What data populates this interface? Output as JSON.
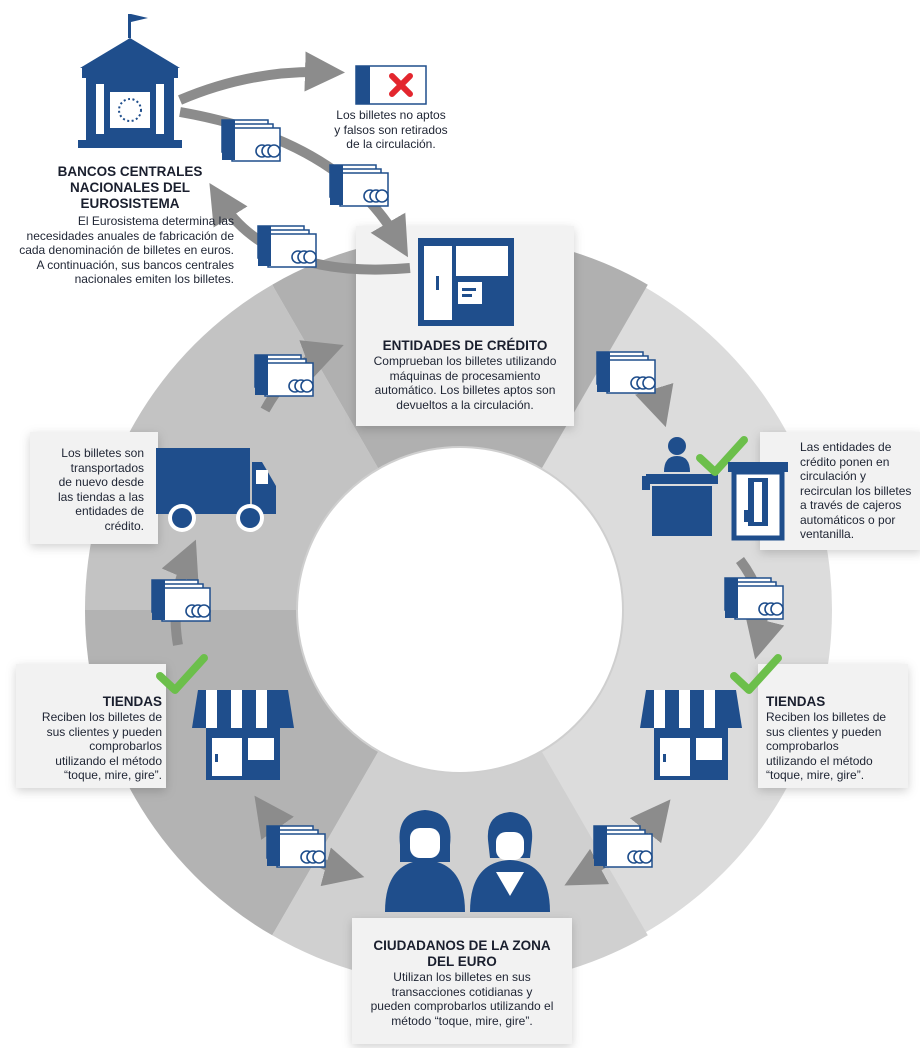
{
  "central_bank": {
    "title_lines": [
      "BANCOS CENTRALES",
      "NACIONALES DEL",
      "EUROSISTEMA"
    ],
    "desc_lines": [
      "El Eurosistema determina las",
      "necesidades anuales de fabricación de",
      "cada denominación de billetes en euros.",
      "A continuación, sus bancos centrales",
      "nacionales emiten los billetes."
    ]
  },
  "withdrawn": {
    "lines": [
      "Los billetes no aptos",
      "y falsos son retirados",
      "de la circulación."
    ]
  },
  "credit_institutions": {
    "title": "ENTIDADES DE CRÉDITO",
    "desc_lines": [
      "Comprueban los billetes utilizando",
      "máquinas de procesamiento",
      "automático. Los billetes aptos son",
      "devueltos a la circulación."
    ]
  },
  "distribution": {
    "lines": [
      "Las entidades de",
      "crédito ponen en",
      "circulación y",
      "recirculan los billetes",
      "a través de cajeros",
      "automáticos o por",
      "ventanilla."
    ]
  },
  "transport": {
    "lines": [
      "Los billetes son",
      "transportados",
      "de nuevo desde",
      "las tiendas a las",
      "entidades de",
      "crédito."
    ]
  },
  "shops_left": {
    "title": "TIENDAS",
    "desc_lines": [
      "Reciben los billetes de",
      "sus clientes y pueden",
      "comprobarlos",
      "utilizando el método",
      "“toque, mire, gire”."
    ]
  },
  "shops_right": {
    "title": "TIENDAS",
    "desc_lines": [
      "Reciben los billetes de",
      "sus clientes y pueden",
      "comprobarlos",
      "utilizando el método",
      "“toque, mire, gire”."
    ]
  },
  "citizens": {
    "title_lines": [
      "CIUDADANOS DE LA ZONA",
      "DEL EURO"
    ],
    "desc_lines": [
      "Utilizan los billetes en sus",
      "transacciones cotidianas y",
      "pueden comprobarlos utilizando el",
      "método “toque, mire, gire”."
    ]
  },
  "colors": {
    "navy": "#1f4e8c",
    "ring_light": "#dcdcdc",
    "ring_dark": "#b3b3b3",
    "arrow_gray": "#8c8c8c",
    "check_green": "#6cbf4b",
    "cross_red": "#e3262e",
    "panel_bg": "#f2f2f2"
  }
}
